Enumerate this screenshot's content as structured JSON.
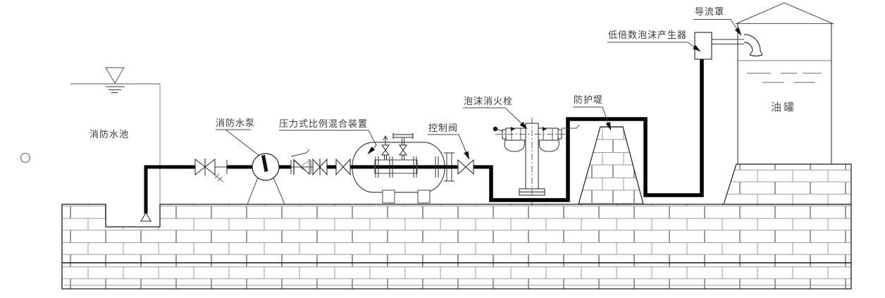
{
  "diagram_type": "foam fire extinguishing system schematic",
  "labels": {
    "fire_water_pool": "消防水池",
    "fire_pump": "消防水泵",
    "proportioning_device": "压力式比例混合装置",
    "control_valve": "控制阀",
    "foam_hydrant": "泡沫消火栓",
    "protective_dike": "防护堤",
    "foam_generator": "低倍数泡沫产生器",
    "deflector_hood": "导流罩",
    "oil_tank": "油罐"
  },
  "colors": {
    "line": "#1a1a1a",
    "pipe": "#000000",
    "brick_line": "#9a9a9a",
    "label_text": "#3a3a3a",
    "background": "#ffffff"
  }
}
